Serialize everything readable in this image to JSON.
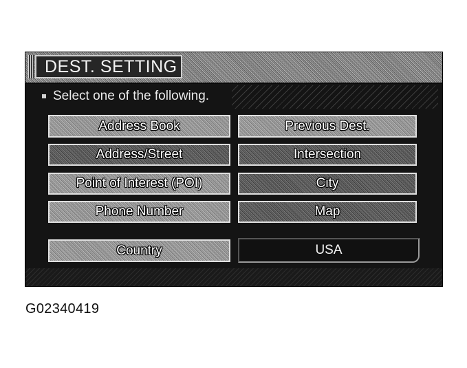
{
  "screen": {
    "title": "DEST. SETTING",
    "instruction": "Select one of the following."
  },
  "buttons": [
    {
      "label": "Address Book"
    },
    {
      "label": "Previous Dest."
    },
    {
      "label": "Address/Street"
    },
    {
      "label": "Intersection"
    },
    {
      "label": "Point of Interest (POI)"
    },
    {
      "label": "City"
    },
    {
      "label": "Phone Number"
    },
    {
      "label": "Map"
    }
  ],
  "country": {
    "label": "Country",
    "value": "USA"
  },
  "figure_id": "G02340419"
}
